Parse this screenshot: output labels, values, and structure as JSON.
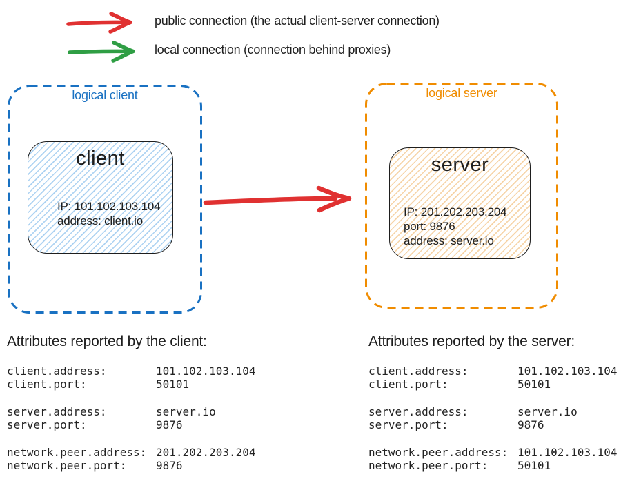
{
  "colors": {
    "red": "#e03131",
    "green": "#2f9e44",
    "blue": "#1971c2",
    "orange": "#f08c00",
    "ink": "#1e1e1e",
    "client_hatch": "#aed3f2",
    "server_hatch": "#f6d4a8"
  },
  "legend": {
    "items": [
      {
        "name": "public-connection",
        "label": "public connection (the actual client-server connection)"
      },
      {
        "name": "local-connection",
        "label": "local connection (connection behind proxies)"
      }
    ]
  },
  "diagram": {
    "logical_client": {
      "label": "logical client",
      "node": {
        "title": "client",
        "lines": [
          "IP: 101.102.103.104",
          "address: client.io"
        ]
      }
    },
    "logical_server": {
      "label": "logical server",
      "node": {
        "title": "server",
        "lines": [
          "IP: 201.202.203.204",
          "port: 9876",
          "address: server.io"
        ]
      }
    }
  },
  "attributes": {
    "client": {
      "title": "Attributes reported by the client:",
      "groups": [
        [
          {
            "key": "client.address:",
            "value": "101.102.103.104"
          },
          {
            "key": "client.port:",
            "value": "50101"
          }
        ],
        [
          {
            "key": "server.address:",
            "value": "server.io"
          },
          {
            "key": "server.port:",
            "value": "9876"
          }
        ],
        [
          {
            "key": "network.peer.address:",
            "value": "201.202.203.204"
          },
          {
            "key": "network.peer.port:",
            "value": "9876"
          }
        ]
      ]
    },
    "server": {
      "title": "Attributes reported by the server:",
      "groups": [
        [
          {
            "key": "client.address:",
            "value": "101.102.103.104"
          },
          {
            "key": "client.port:",
            "value": "50101"
          }
        ],
        [
          {
            "key": "server.address:",
            "value": "server.io"
          },
          {
            "key": "server.port:",
            "value": "9876"
          }
        ],
        [
          {
            "key": "network.peer.address:",
            "value": "101.102.103.104"
          },
          {
            "key": "network.peer.port:",
            "value": "50101"
          }
        ]
      ]
    }
  }
}
